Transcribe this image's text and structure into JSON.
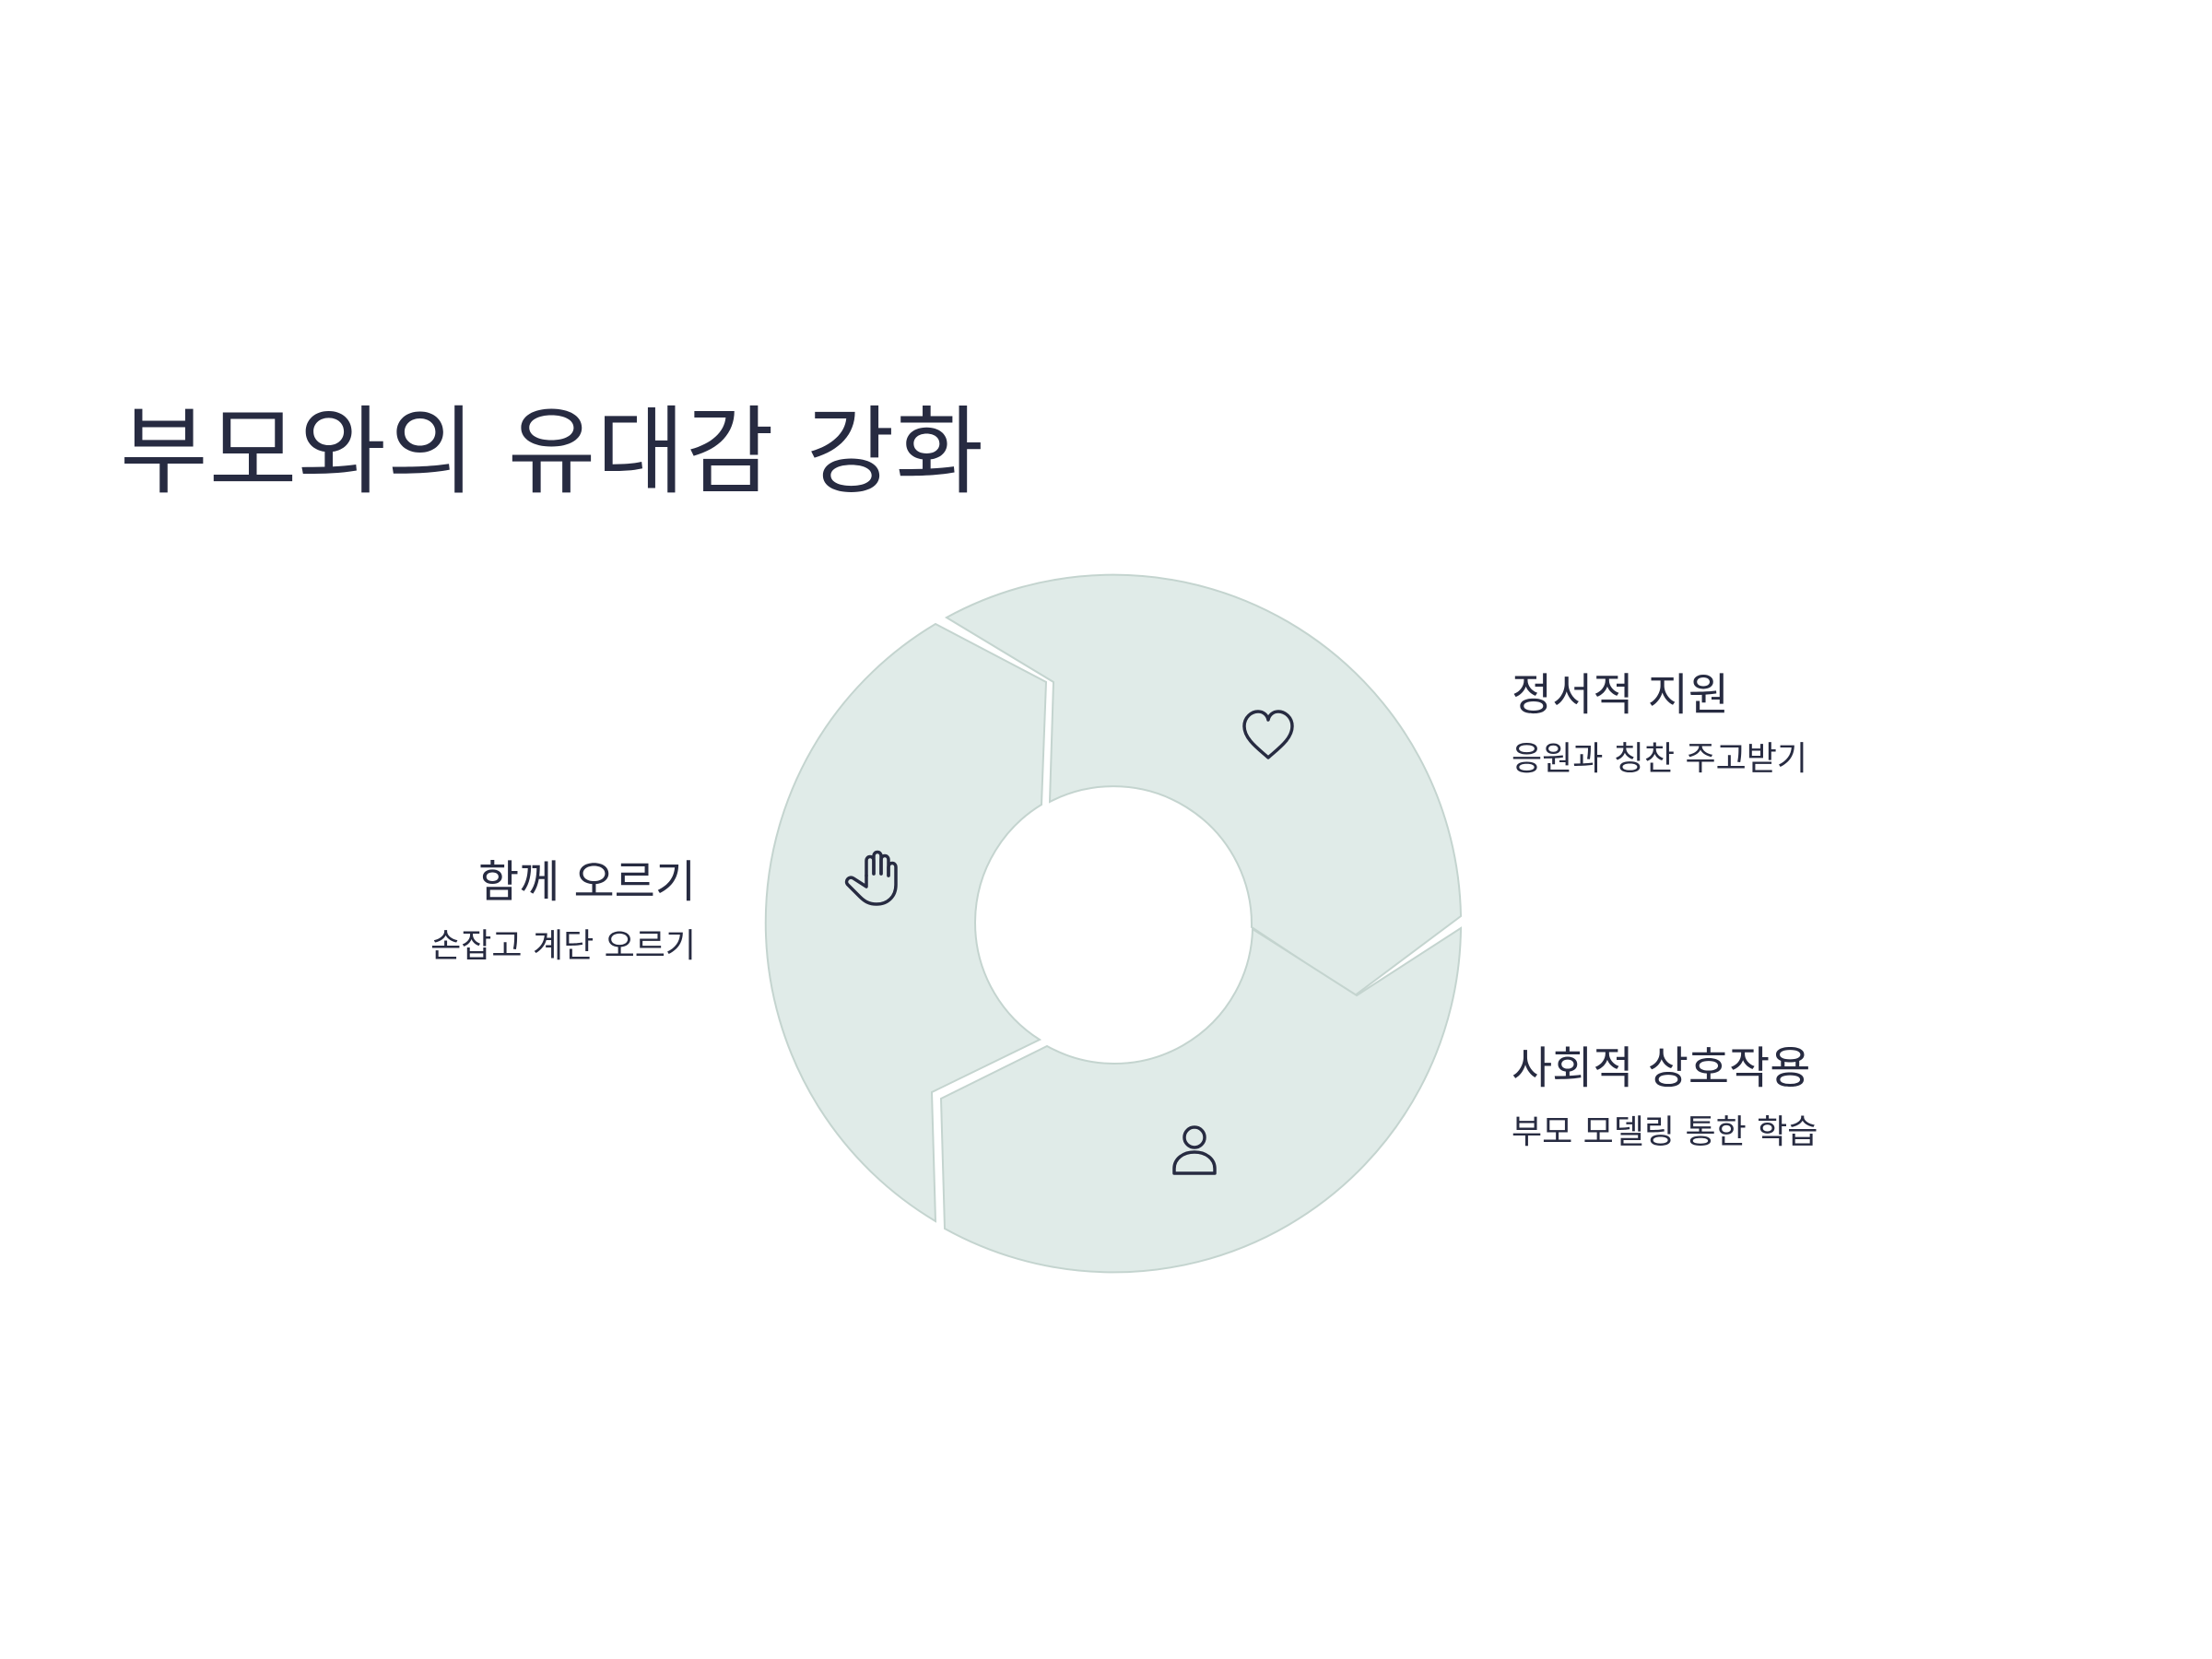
{
  "title": "부모와의 유대감 강화",
  "colors": {
    "segment_fill": "#e0ebe8",
    "segment_stroke": "#c4d4cf",
    "text": "#272b41",
    "background": "#ffffff"
  },
  "segments": [
    {
      "id": "emotional-support",
      "icon": "heart-icon",
      "heading": "정서적 지원",
      "description": "응원과 칭찬 주고받기"
    },
    {
      "id": "social-interaction",
      "icon": "person-icon",
      "heading": "사회적 상호작용",
      "description": "부모 모델링 통한 학습"
    },
    {
      "id": "climbing-together",
      "icon": "hand-icon",
      "heading": "함께 오르기",
      "description": "손잡고 계단 오르기"
    }
  ]
}
